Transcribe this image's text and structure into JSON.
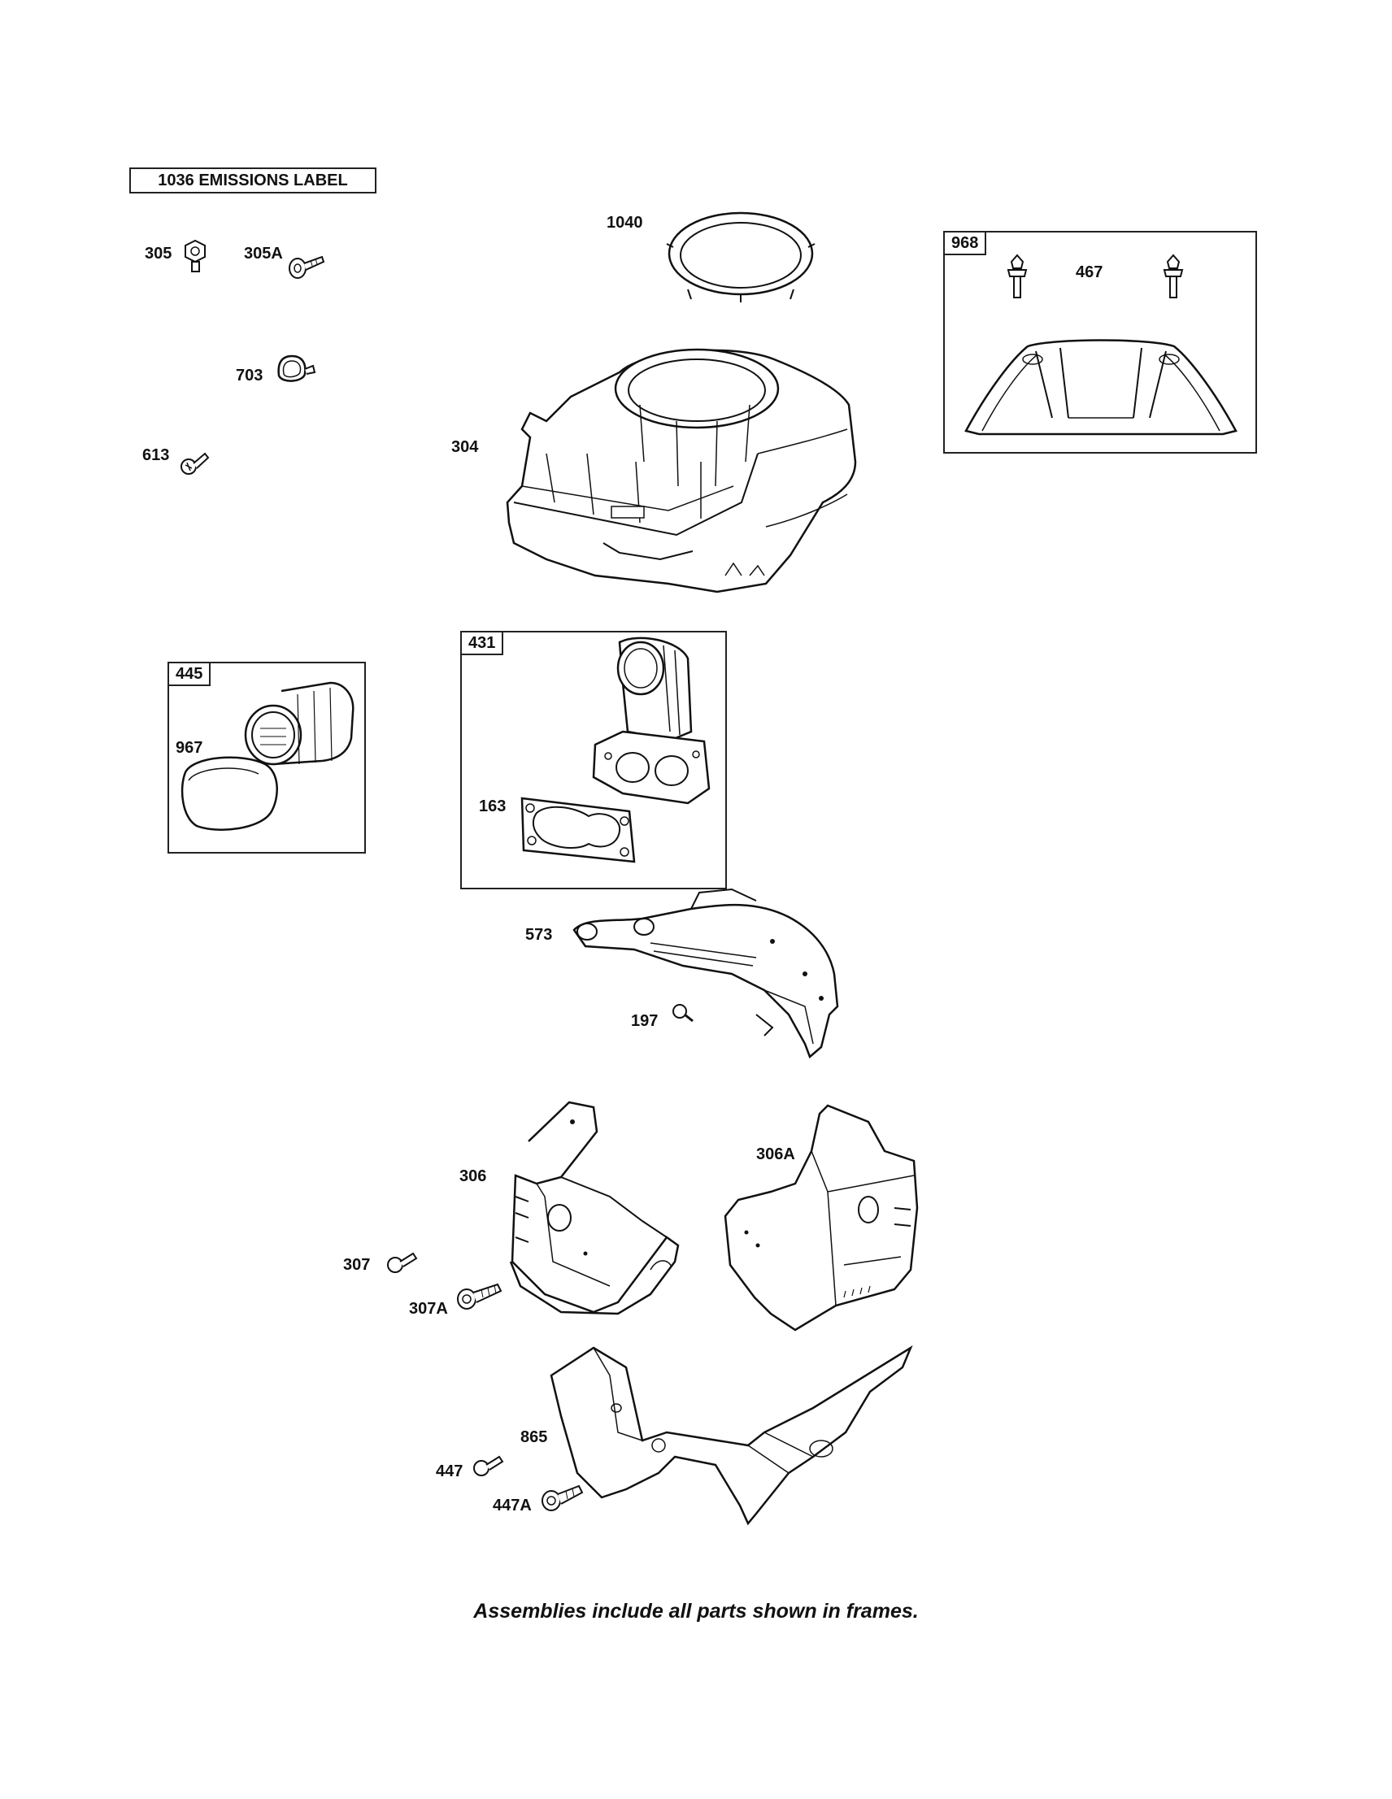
{
  "emissions_label": "1036 EMISSIONS LABEL",
  "frames": {
    "f968": "968",
    "f445": "445",
    "f431": "431"
  },
  "labels": {
    "p305": "305",
    "p305a": "305A",
    "p1040": "1040",
    "p467": "467",
    "p703": "703",
    "p613": "613",
    "p304": "304",
    "p967": "967",
    "p163": "163",
    "p573": "573",
    "p197": "197",
    "p306": "306",
    "p306a": "306A",
    "p307": "307",
    "p307a": "307A",
    "p865": "865",
    "p447": "447",
    "p447a": "447A"
  },
  "footer": "Assemblies include all parts shown in frames."
}
